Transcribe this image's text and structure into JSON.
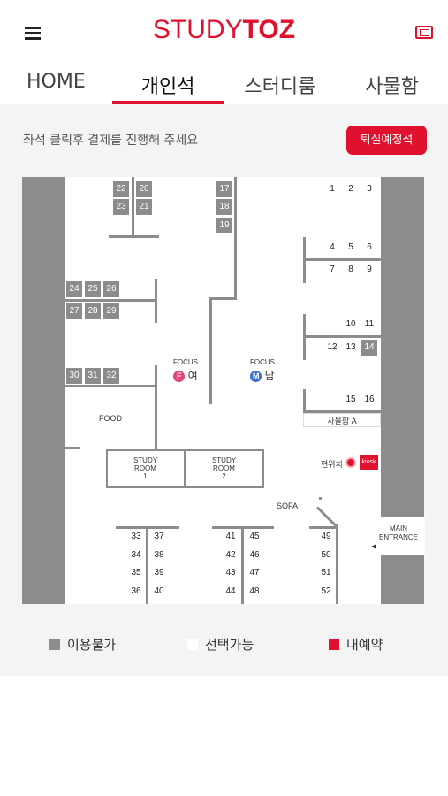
{
  "header": {
    "logo_part1": "STUDY",
    "logo_part2": "TOZ",
    "brand_color": "#e0102f",
    "menu_icon": "hamburger-icon",
    "ticket_icon": "ticket-icon"
  },
  "tabs": [
    {
      "label": "HOME",
      "active": false
    },
    {
      "label": "개인석",
      "active": true
    },
    {
      "label": "스터디룸",
      "active": false
    },
    {
      "label": "사물함",
      "active": false
    }
  ],
  "instruction": "좌석 클릭후 결제를 진행해 주세요",
  "exit_button": "퇴실예정석",
  "map": {
    "labels": {
      "food": "FOOD",
      "sofa": "SOFA",
      "focus_female_title": "FOCUS",
      "focus_female_badge": "F",
      "focus_female_text": "여",
      "focus_male_title": "FOCUS",
      "focus_male_badge": "M",
      "focus_male_text": "남",
      "study_room_1_line1": "STUDY",
      "study_room_1_line2": "ROOM",
      "study_room_1_num": "1",
      "study_room_2_line1": "STUDY",
      "study_room_2_line2": "ROOM",
      "study_room_2_num": "2",
      "locker_a": "사물함 A",
      "current_location": "현위치",
      "kiosk": "kiosk",
      "main_entrance_line1": "MAIN",
      "main_entrance_line2": "ENTRANCE"
    },
    "seats": [
      {
        "n": "22",
        "status": "unavailable"
      },
      {
        "n": "20",
        "status": "unavailable"
      },
      {
        "n": "23",
        "status": "unavailable"
      },
      {
        "n": "21",
        "status": "unavailable"
      },
      {
        "n": "17",
        "status": "unavailable"
      },
      {
        "n": "18",
        "status": "unavailable"
      },
      {
        "n": "19",
        "status": "unavailable"
      },
      {
        "n": "1",
        "status": "available"
      },
      {
        "n": "2",
        "status": "available"
      },
      {
        "n": "3",
        "status": "available"
      },
      {
        "n": "4",
        "status": "available"
      },
      {
        "n": "5",
        "status": "available"
      },
      {
        "n": "6",
        "status": "available"
      },
      {
        "n": "7",
        "status": "available"
      },
      {
        "n": "8",
        "status": "available"
      },
      {
        "n": "9",
        "status": "available"
      },
      {
        "n": "24",
        "status": "unavailable"
      },
      {
        "n": "25",
        "status": "unavailable"
      },
      {
        "n": "26",
        "status": "unavailable"
      },
      {
        "n": "27",
        "status": "unavailable"
      },
      {
        "n": "28",
        "status": "unavailable"
      },
      {
        "n": "29",
        "status": "unavailable"
      },
      {
        "n": "10",
        "status": "available"
      },
      {
        "n": "11",
        "status": "available"
      },
      {
        "n": "12",
        "status": "available"
      },
      {
        "n": "13",
        "status": "available"
      },
      {
        "n": "14",
        "status": "unavailable"
      },
      {
        "n": "30",
        "status": "unavailable"
      },
      {
        "n": "31",
        "status": "unavailable"
      },
      {
        "n": "32",
        "status": "unavailable"
      },
      {
        "n": "15",
        "status": "available"
      },
      {
        "n": "16",
        "status": "available"
      },
      {
        "n": "33",
        "status": "available"
      },
      {
        "n": "37",
        "status": "available"
      },
      {
        "n": "34",
        "status": "available"
      },
      {
        "n": "38",
        "status": "available"
      },
      {
        "n": "35",
        "status": "available"
      },
      {
        "n": "39",
        "status": "available"
      },
      {
        "n": "36",
        "status": "available"
      },
      {
        "n": "40",
        "status": "available"
      },
      {
        "n": "41",
        "status": "available"
      },
      {
        "n": "45",
        "status": "available"
      },
      {
        "n": "42",
        "status": "available"
      },
      {
        "n": "46",
        "status": "available"
      },
      {
        "n": "43",
        "status": "available"
      },
      {
        "n": "47",
        "status": "available"
      },
      {
        "n": "44",
        "status": "available"
      },
      {
        "n": "48",
        "status": "available"
      },
      {
        "n": "49",
        "status": "available"
      },
      {
        "n": "50",
        "status": "available"
      },
      {
        "n": "51",
        "status": "available"
      },
      {
        "n": "52",
        "status": "available"
      }
    ]
  },
  "legend": {
    "unavailable": "이용불가",
    "available": "선택가능",
    "mine": "내예약",
    "colors": {
      "unavailable": "#8c8c8c",
      "available": "#ffffff",
      "mine": "#e0102f"
    }
  }
}
